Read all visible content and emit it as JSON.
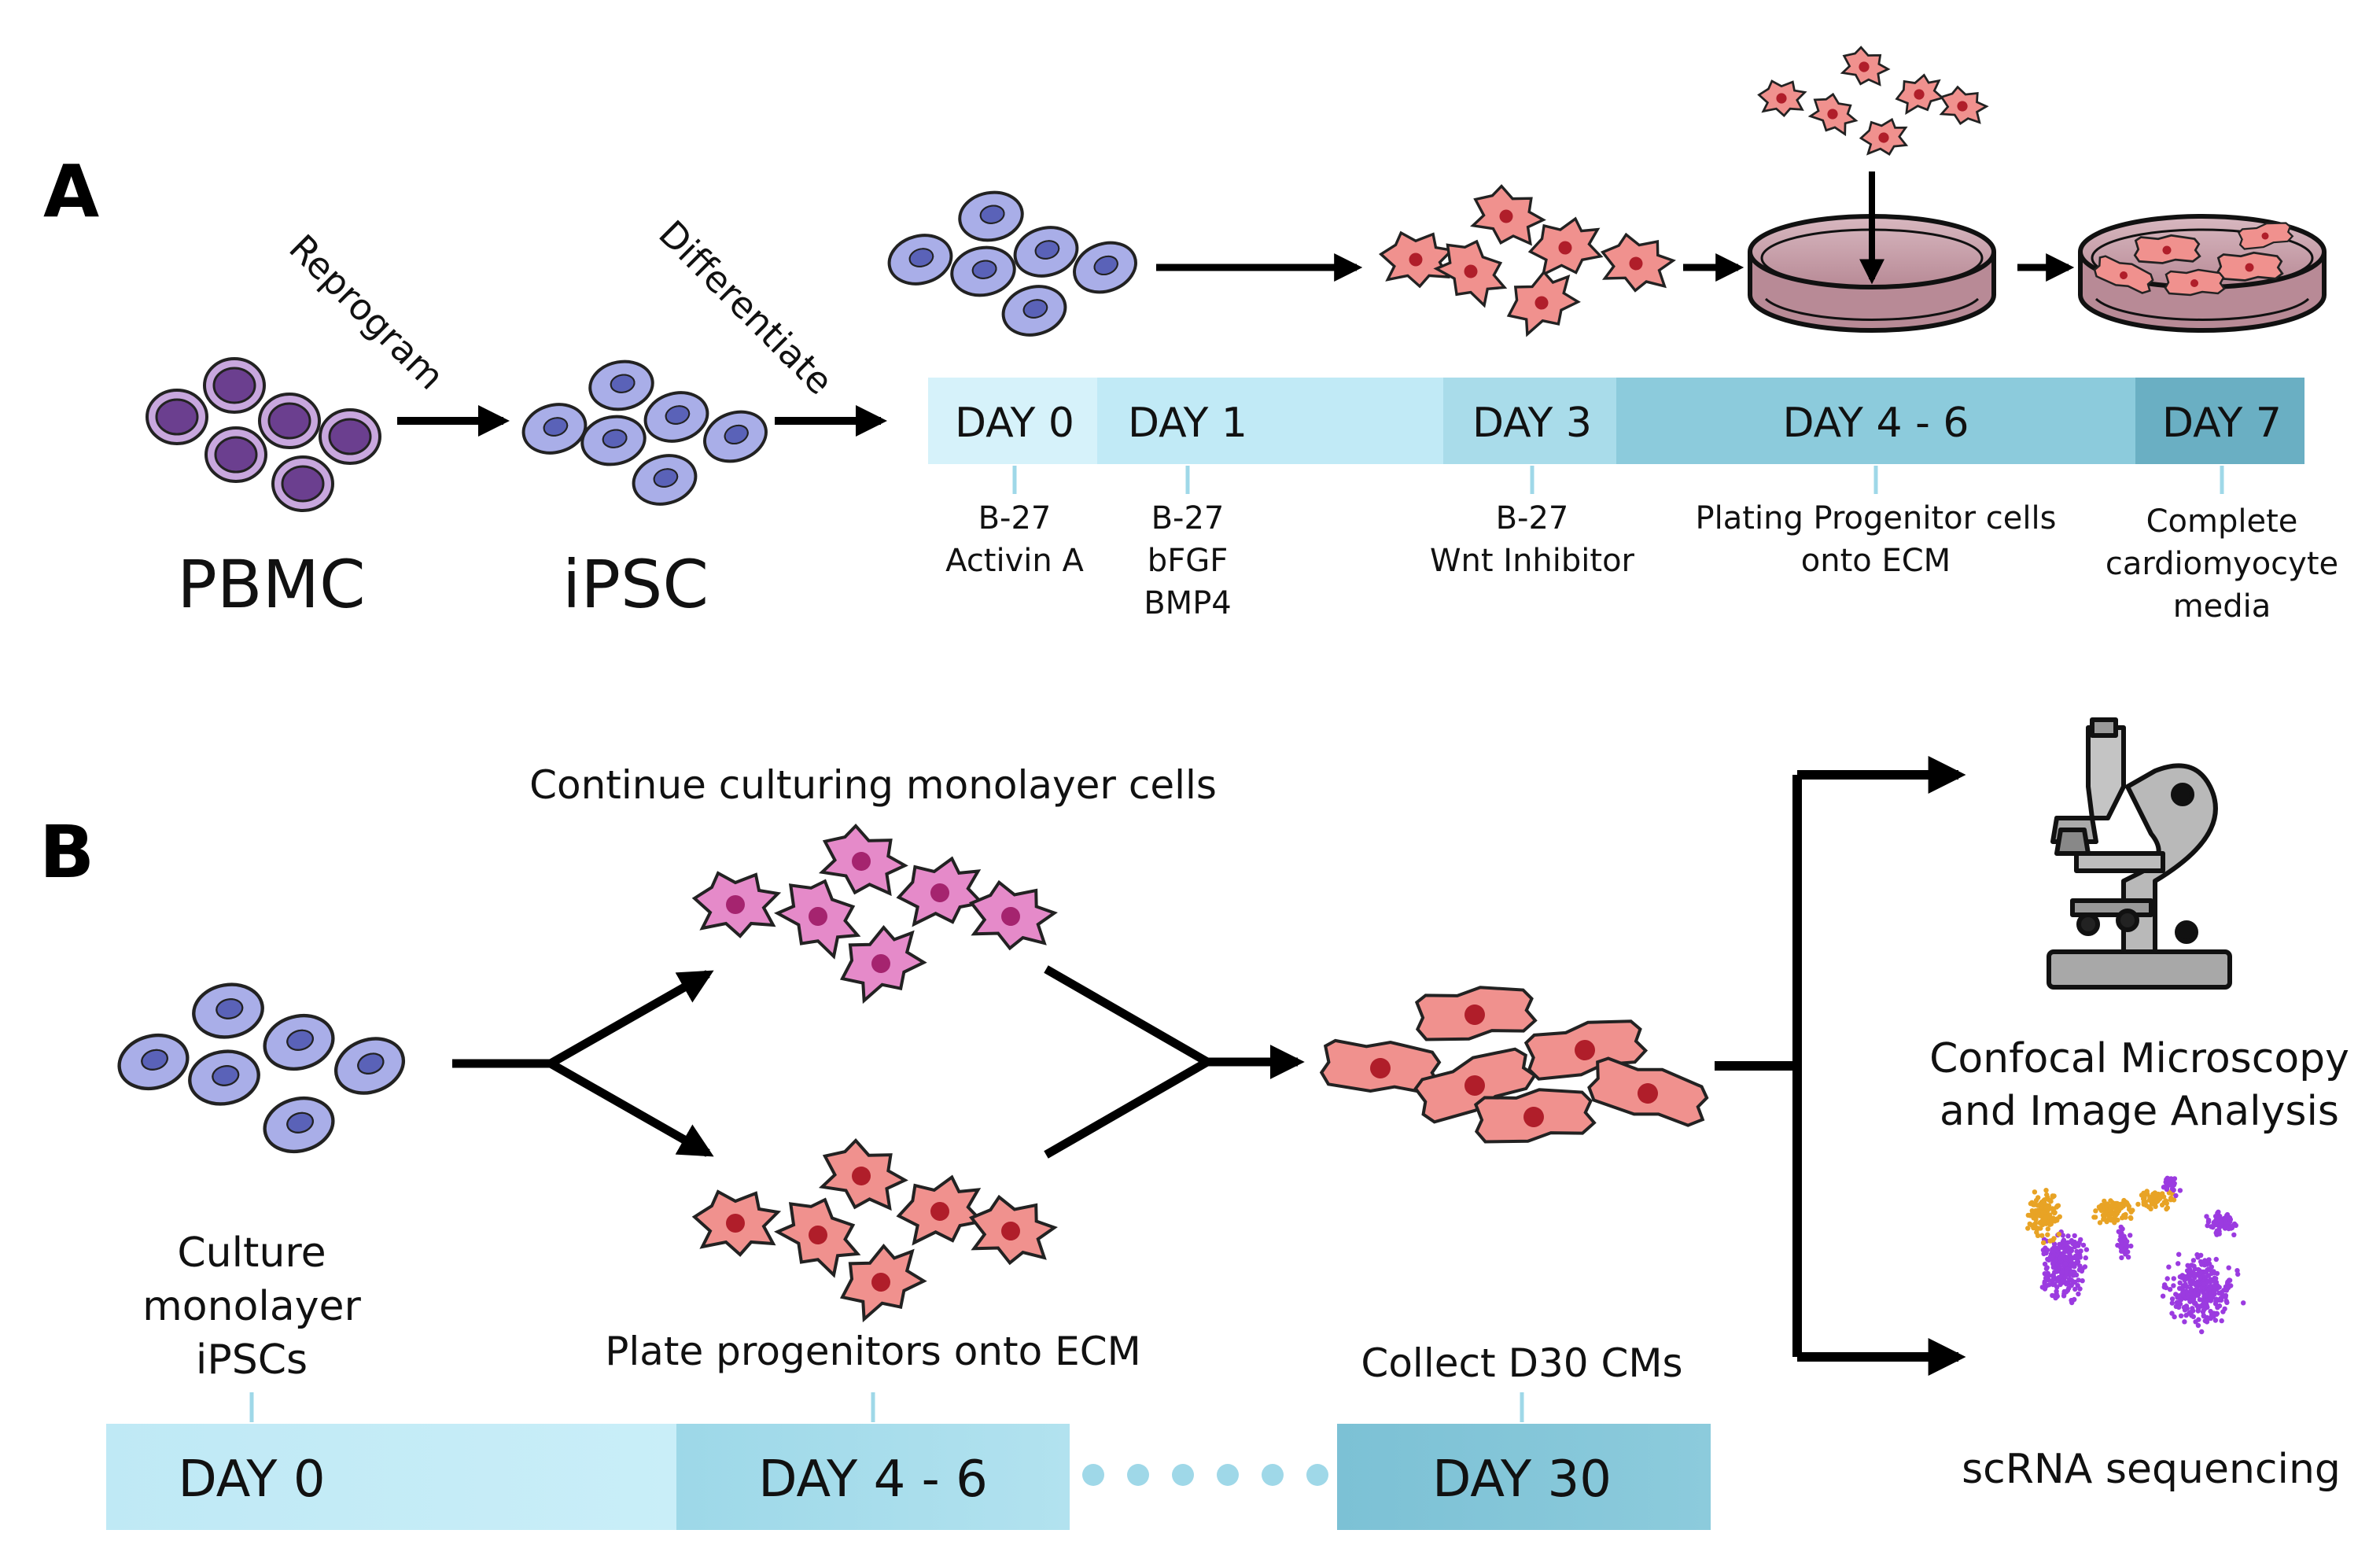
{
  "panel_a": {
    "letter": "A",
    "pbmc_label": "PBMC",
    "ipsc_label": "iPSC",
    "reprogram_label": "Reprogram",
    "differentiate_label": "Differentiate",
    "timeline": [
      {
        "label": "DAY 0",
        "notes": [
          "B-27",
          "Activin A"
        ]
      },
      {
        "label": "DAY 1",
        "notes": [
          "B-27",
          "bFGF",
          "BMP4"
        ]
      },
      {
        "label": "DAY 3",
        "notes": [
          "B-27",
          "Wnt Inhibitor"
        ]
      },
      {
        "label": "DAY 4 - 6",
        "notes": [
          "Plating Progenitor cells",
          "onto ECM"
        ]
      },
      {
        "label": "DAY 7",
        "notes": [
          "Complete",
          "cardiomyocyte",
          "media"
        ]
      }
    ]
  },
  "panel_b": {
    "letter": "B",
    "continue_label": "Continue culturing monolayer cells",
    "plate_label": "Plate progenitors onto ECM",
    "culture_label": [
      "Culture",
      "monolayer",
      "iPSCs"
    ],
    "collect_label": "Collect D30 CMs",
    "confocal_label": [
      "Confocal Microscopy",
      "and Image Analysis"
    ],
    "scrna_label": "scRNA sequencing",
    "timeline": [
      {
        "label": "DAY 0"
      },
      {
        "label": "DAY 4 - 6"
      },
      {
        "label": "DAY 30"
      }
    ]
  },
  "colors": {
    "ipsc_fill": "#a9aee8",
    "ipsc_nucleus": "#5a62b8",
    "pbmc_fill": "#c8a7de",
    "pbmc_nucleus": "#6b3f8f",
    "progenitor_fill": "#f0918e",
    "progenitor_nucleus": "#b01e2a",
    "continue_fill": "#e58ac9",
    "continue_nucleus": "#a5246f",
    "timeline_light": "#c9eef8",
    "timeline_mid": "#9fd8e8",
    "timeline_dark": "#6fb4c9",
    "dish_fill": "#c8a3ad",
    "umap_orange": "#e8a325",
    "umap_purple": "#9b3be0"
  }
}
